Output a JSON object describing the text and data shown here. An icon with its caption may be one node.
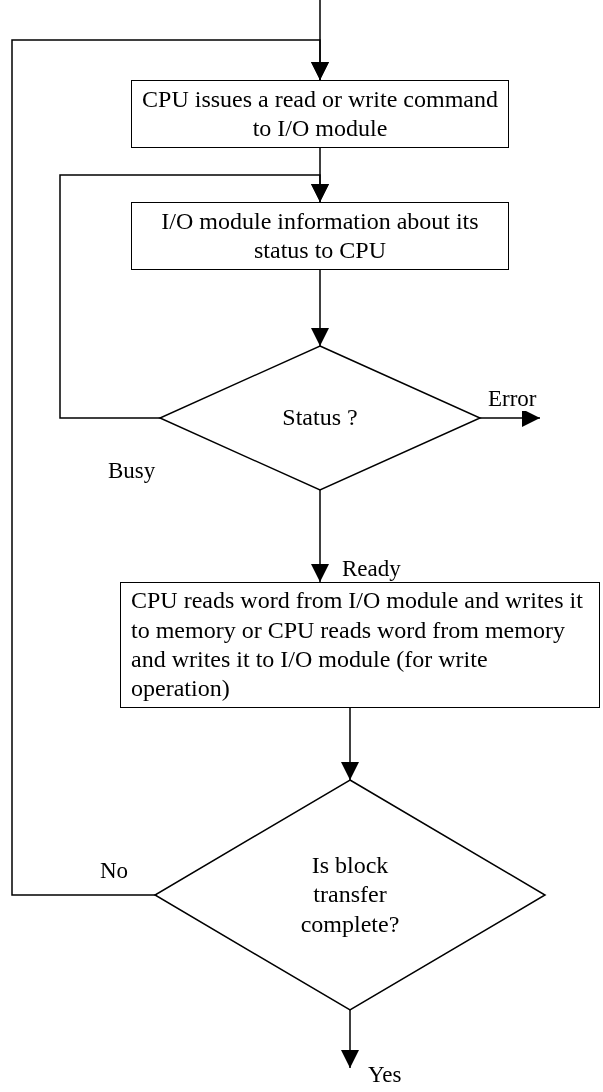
{
  "diagram": {
    "nodes": [
      {
        "text": [
          "CPU issues a read or write command to I/O module"
        ]
      },
      {
        "text": [
          "I/O module information about its status to CPU"
        ]
      },
      {
        "text": [
          "Status ?"
        ]
      },
      {
        "text": [
          "CPU reads word from I/O module and writes it to memory or CPU reads word from memory and writes it to I/O module (for write operation)"
        ]
      },
      {
        "text": [
          "Is block transfer complete?"
        ]
      }
    ],
    "edges": [
      {
        "from": null,
        "to": 0,
        "arrow": "to"
      },
      {
        "from": 4,
        "to": 0,
        "arrow": "to",
        "label": "No"
      },
      {
        "from": 0,
        "to": 1,
        "arrow": "to"
      },
      {
        "from": 2,
        "to": 1,
        "arrow": "to",
        "label": "Busy"
      },
      {
        "from": 1,
        "to": 2,
        "arrow": "to"
      },
      {
        "from": 2,
        "to": null,
        "arrow": "to",
        "label": "Error"
      },
      {
        "from": 2,
        "to": 3,
        "arrow": "to",
        "label": "Ready"
      },
      {
        "from": 3,
        "to": 4,
        "arrow": "to"
      },
      {
        "from": 4,
        "to": null,
        "arrow": "to",
        "label": "Yes"
      }
    ]
  }
}
